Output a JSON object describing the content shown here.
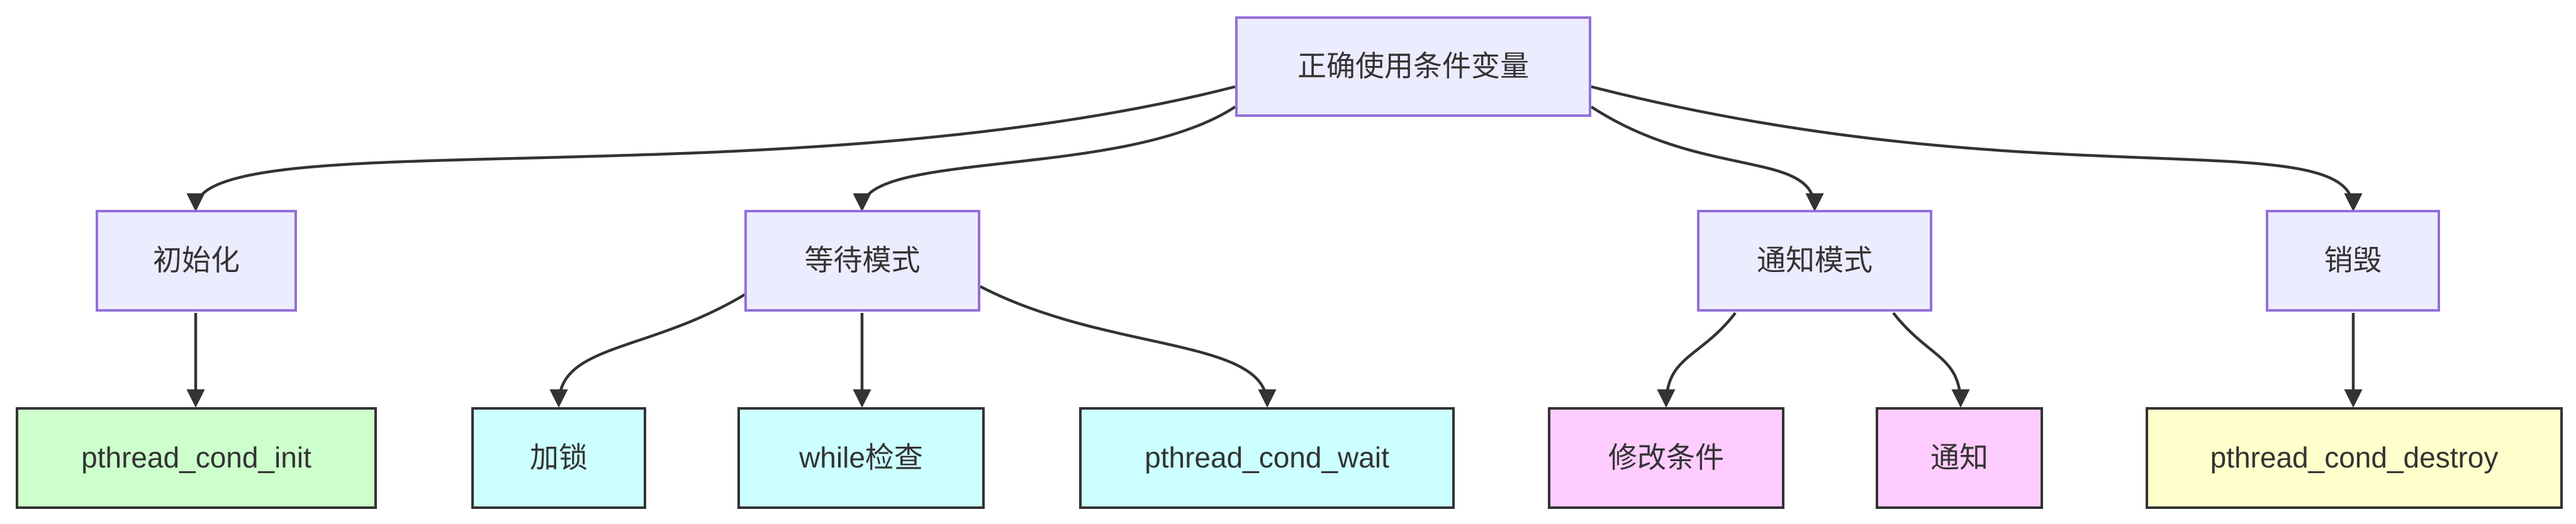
{
  "diagram": {
    "title": "正确使用条件变量",
    "background_color": "#ffffff",
    "text_color": "#333333",
    "edge_color": "#333333",
    "nodes": [
      {
        "id": "root",
        "label": "正确使用条件变量",
        "fill": "#ECECFF",
        "stroke": "#9370DB"
      },
      {
        "id": "init-phase",
        "label": "初始化",
        "fill": "#ECECFF",
        "stroke": "#9370DB"
      },
      {
        "id": "wait-mode",
        "label": "等待模式",
        "fill": "#ECECFF",
        "stroke": "#9370DB"
      },
      {
        "id": "notify-mode",
        "label": "通知模式",
        "fill": "#ECECFF",
        "stroke": "#9370DB"
      },
      {
        "id": "destroy-phase",
        "label": "销毁",
        "fill": "#ECECFF",
        "stroke": "#9370DB"
      },
      {
        "id": "pthread-cond-init",
        "label": "pthread_cond_init",
        "fill": "#CCFFCC",
        "stroke": "#333333"
      },
      {
        "id": "lock",
        "label": "加锁",
        "fill": "#CCFFFF",
        "stroke": "#333333"
      },
      {
        "id": "while-check",
        "label": "while检查",
        "fill": "#CCFFFF",
        "stroke": "#333333"
      },
      {
        "id": "pthread-cond-wait",
        "label": "pthread_cond_wait",
        "fill": "#CCFFFF",
        "stroke": "#333333"
      },
      {
        "id": "modify-condition",
        "label": "修改条件",
        "fill": "#FFCCFF",
        "stroke": "#333333"
      },
      {
        "id": "notify",
        "label": "通知",
        "fill": "#FFCCFF",
        "stroke": "#333333"
      },
      {
        "id": "pthread-cond-destroy",
        "label": "pthread_cond_destroy",
        "fill": "#FFFFCC",
        "stroke": "#333333"
      }
    ],
    "edges": [
      {
        "from": "root",
        "to": "init-phase"
      },
      {
        "from": "root",
        "to": "wait-mode"
      },
      {
        "from": "root",
        "to": "notify-mode"
      },
      {
        "from": "root",
        "to": "destroy-phase"
      },
      {
        "from": "init-phase",
        "to": "pthread-cond-init"
      },
      {
        "from": "wait-mode",
        "to": "lock"
      },
      {
        "from": "wait-mode",
        "to": "while-check"
      },
      {
        "from": "wait-mode",
        "to": "pthread-cond-wait"
      },
      {
        "from": "notify-mode",
        "to": "modify-condition"
      },
      {
        "from": "notify-mode",
        "to": "notify"
      },
      {
        "from": "destroy-phase",
        "to": "pthread-cond-destroy"
      }
    ]
  }
}
